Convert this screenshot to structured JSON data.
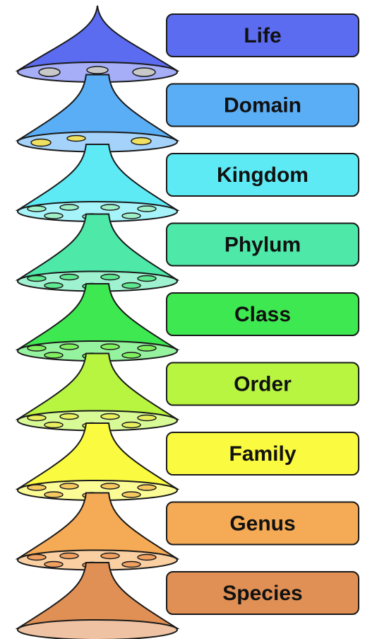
{
  "diagram": {
    "levels": [
      {
        "label": "Life",
        "color": "#5b6cf0",
        "pocket_color": "#c8c8c8",
        "pockets": "top"
      },
      {
        "label": "Domain",
        "color": "#5aaef5",
        "pocket_color": "#f0e060",
        "pockets": "few"
      },
      {
        "label": "Kingdom",
        "color": "#5eeaf5",
        "pocket_color": "#9ff0c8",
        "pockets": "many"
      },
      {
        "label": "Phylum",
        "color": "#4ee8a8",
        "pocket_color": "#5ee890",
        "pockets": "many"
      },
      {
        "label": "Class",
        "color": "#3ee850",
        "pocket_color": "#80f060",
        "pockets": "many"
      },
      {
        "label": "Order",
        "color": "#b8f540",
        "pocket_color": "#e8f060",
        "pockets": "many"
      },
      {
        "label": "Family",
        "color": "#fafa40",
        "pocket_color": "#f5c860",
        "pockets": "many"
      },
      {
        "label": "Genus",
        "color": "#f5aa55",
        "pocket_color": "#f0a060",
        "pockets": "many"
      },
      {
        "label": "Species",
        "color": "#e09055",
        "pocket_color": "#e8a878",
        "pockets": "none"
      }
    ]
  }
}
